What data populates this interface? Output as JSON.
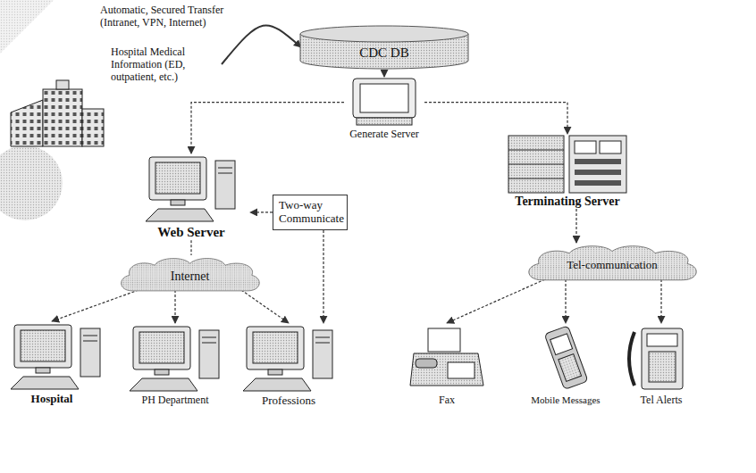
{
  "diagram": {
    "nodes": [
      {
        "text": [
          "Hospital Medical Information (ED, outpatient, etc.)"
        ]
      },
      {
        "text": [
          "CDC DB"
        ]
      },
      {
        "text": [
          "Generate Server"
        ]
      },
      {
        "text": [
          "Web Server"
        ]
      },
      {
        "text": [
          "Two-way Communicate"
        ]
      },
      {
        "text": [
          "Terminating Server"
        ]
      },
      {
        "text": [
          "Internet"
        ]
      },
      {
        "text": [
          "Tel-communication"
        ]
      },
      {
        "text": [
          "Hospital"
        ]
      },
      {
        "text": [
          "PH Department"
        ]
      },
      {
        "text": [
          "Professions"
        ]
      },
      {
        "text": [
          "Fax"
        ]
      },
      {
        "text": [
          "Mobile Messages"
        ]
      },
      {
        "text": [
          "Tel Alerts"
        ]
      }
    ],
    "edges": [
      {
        "from": 0,
        "to": 1,
        "arrow": "to",
        "label": "Automatic, Secured Transfer (Intranet, VPN, Internet)"
      },
      {
        "from": 1,
        "to": 2,
        "arrow": "to"
      },
      {
        "from": 2,
        "to": 3,
        "arrow": "to"
      },
      {
        "from": 2,
        "to": 5,
        "arrow": "to"
      },
      {
        "from": 3,
        "to": 6,
        "arrow": "none"
      },
      {
        "from": 6,
        "to": 8,
        "arrow": "to"
      },
      {
        "from": 6,
        "to": 9,
        "arrow": "to"
      },
      {
        "from": 6,
        "to": 10,
        "arrow": "to"
      },
      {
        "from": 5,
        "to": 7,
        "arrow": "to"
      },
      {
        "from": 7,
        "to": 11,
        "arrow": "to"
      },
      {
        "from": 7,
        "to": 12,
        "arrow": "to"
      },
      {
        "from": 7,
        "to": 13,
        "arrow": "to"
      },
      {
        "from": 4,
        "to": 3,
        "arrow": "to"
      },
      {
        "from": 4,
        "to": 10,
        "arrow": "to"
      }
    ]
  }
}
